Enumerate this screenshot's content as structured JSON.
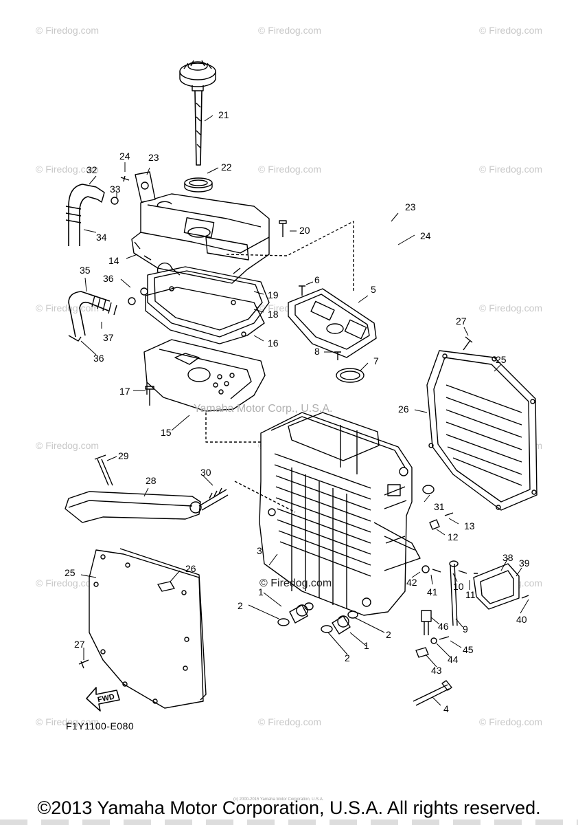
{
  "diagram": {
    "code": "F1Y1100-E080",
    "fwd_label": "FWD",
    "copyright": "©2013 Yamaha Motor Corporation, U.S.A. All rights reserved.",
    "tiny_copyright": "(c) 2000-2015 Yamaha Motor Corporation, U.S.A.",
    "mid_watermark_1": "Yamaha Motor Corp., U.S.A.",
    "mid_watermark_2": "© Firedog.com",
    "watermark": "© Firedog.com"
  },
  "callouts": [
    "21",
    "22",
    "23",
    "24",
    "32",
    "33",
    "34",
    "14",
    "20",
    "23",
    "24",
    "35",
    "36",
    "37",
    "36",
    "19",
    "18",
    "16",
    "6",
    "5",
    "27",
    "25",
    "8",
    "7",
    "17",
    "15",
    "26",
    "29",
    "28",
    "30",
    "31",
    "13",
    "12",
    "3",
    "38",
    "39",
    "25",
    "26",
    "42",
    "41",
    "10",
    "11",
    "40",
    "1",
    "2",
    "2",
    "1",
    "2",
    "46",
    "9",
    "27",
    "45",
    "44",
    "43",
    "4"
  ]
}
